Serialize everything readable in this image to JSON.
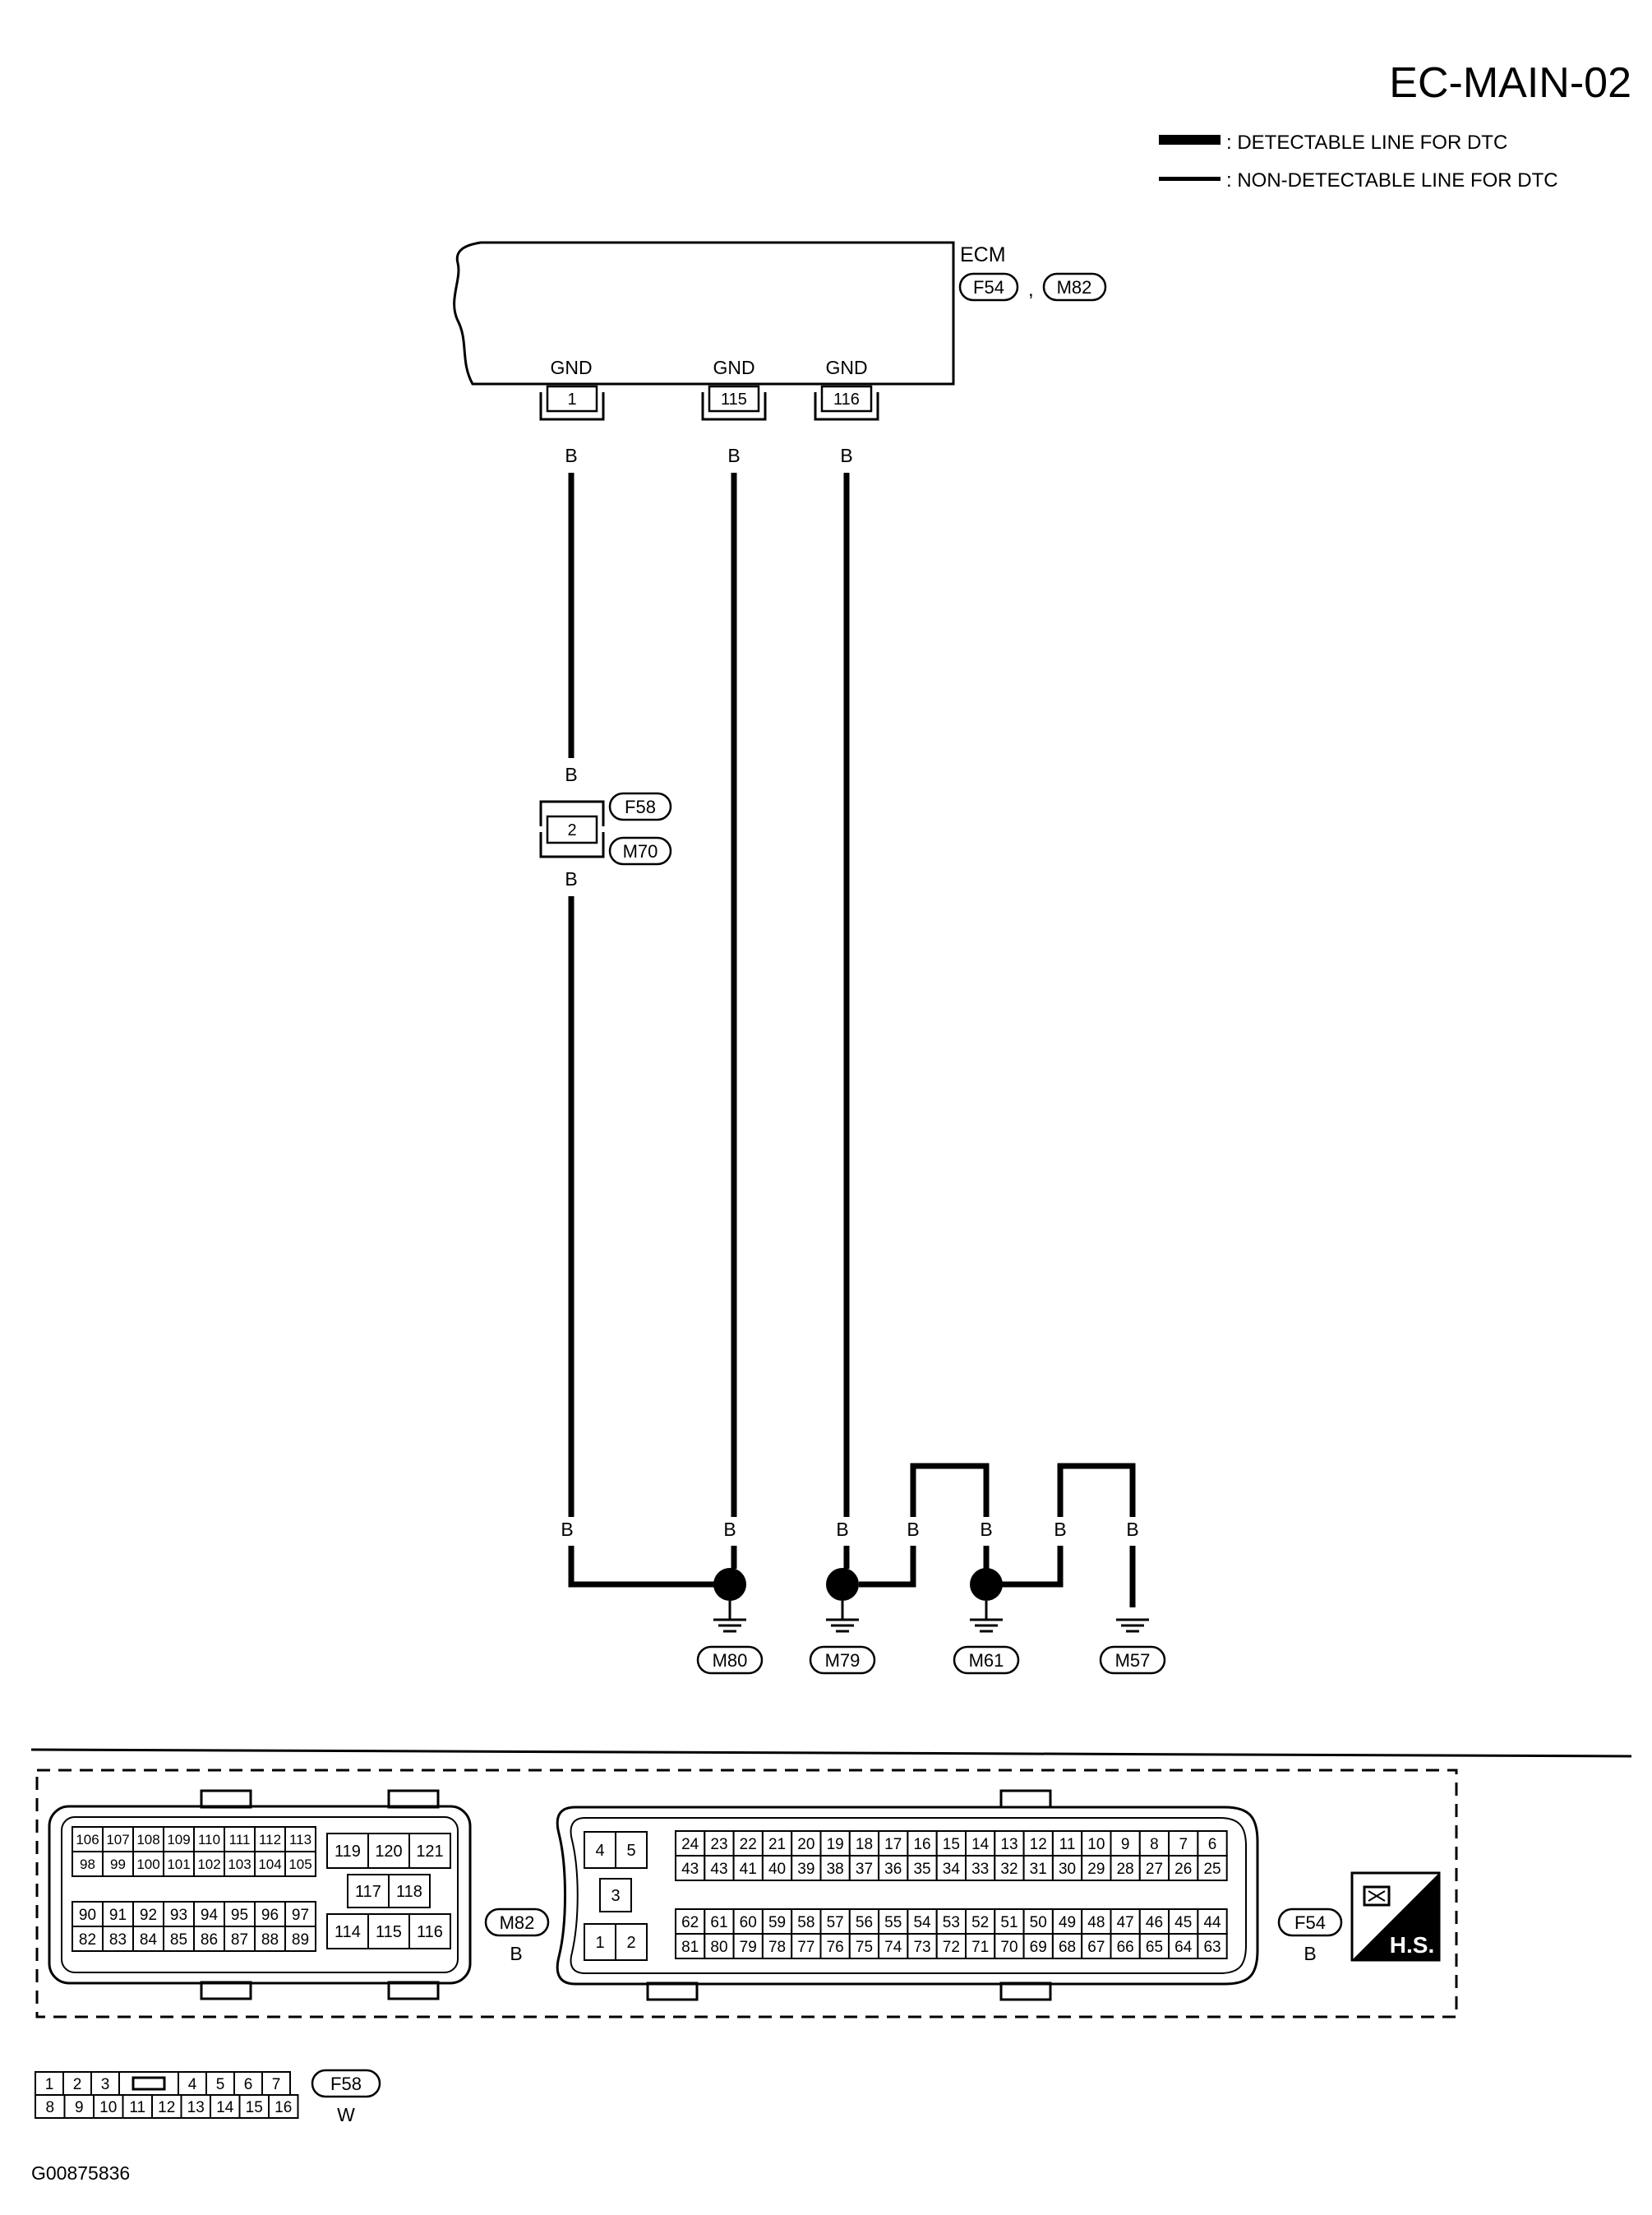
{
  "page_title": "EC-MAIN-02",
  "legend": {
    "detectable": ": DETECTABLE LINE FOR DTC",
    "non_detectable": ": NON-DETECTABLE LINE FOR DTC"
  },
  "ecm": {
    "name": "ECM",
    "connector_a": "F54",
    "separator": ",",
    "connector_b": "M82",
    "terminals": [
      {
        "label": "GND",
        "pin": "1"
      },
      {
        "label": "GND",
        "pin": "115"
      },
      {
        "label": "GND",
        "pin": "116"
      }
    ]
  },
  "wire_color": "B",
  "joint": {
    "pin": "2",
    "connector_top": "F58",
    "connector_bottom": "M70"
  },
  "grounds": [
    "M80",
    "M79",
    "M61",
    "M57"
  ],
  "connectors": {
    "m82": {
      "name": "M82",
      "color": "B",
      "top_rows": [
        [
          "106",
          "107",
          "108",
          "109",
          "110",
          "111",
          "112",
          "113"
        ],
        [
          "98",
          "99",
          "100",
          "101",
          "102",
          "103",
          "104",
          "105"
        ]
      ],
      "bottom_rows": [
        [
          "90",
          "91",
          "92",
          "93",
          "94",
          "95",
          "96",
          "97"
        ],
        [
          "82",
          "83",
          "84",
          "85",
          "86",
          "87",
          "88",
          "89"
        ]
      ],
      "center_top": [
        "119",
        "120",
        "121"
      ],
      "center_mid": [
        "117",
        "118"
      ],
      "center_bottom": [
        "114",
        "115",
        "116"
      ]
    },
    "f54": {
      "name": "F54",
      "color": "B",
      "left_block": [
        "4",
        "5",
        "3",
        "1",
        "2"
      ],
      "top_rows": [
        [
          "24",
          "23",
          "22",
          "21",
          "20",
          "19",
          "18",
          "17",
          "16",
          "15",
          "14",
          "13",
          "12",
          "11",
          "10",
          "9",
          "8",
          "7",
          "6"
        ],
        [
          "43",
          "43",
          "41",
          "40",
          "39",
          "38",
          "37",
          "36",
          "35",
          "34",
          "33",
          "32",
          "31",
          "30",
          "29",
          "28",
          "27",
          "26",
          "25"
        ]
      ],
      "bottom_rows": [
        [
          "62",
          "61",
          "60",
          "59",
          "58",
          "57",
          "56",
          "55",
          "54",
          "53",
          "52",
          "51",
          "50",
          "49",
          "48",
          "47",
          "46",
          "45",
          "44"
        ],
        [
          "81",
          "80",
          "79",
          "78",
          "77",
          "76",
          "75",
          "74",
          "73",
          "72",
          "71",
          "70",
          "69",
          "68",
          "67",
          "66",
          "65",
          "64",
          "63"
        ]
      ]
    },
    "f58": {
      "name": "F58",
      "color": "W",
      "top_left": [
        "1",
        "2",
        "3"
      ],
      "top_right": [
        "4",
        "5",
        "6",
        "7"
      ],
      "bottom": [
        "8",
        "9",
        "10",
        "11",
        "12",
        "13",
        "14",
        "15",
        "16"
      ]
    }
  },
  "hs_label": "H.S.",
  "figure_id": "G00875836",
  "colors": {
    "ink": "#000000",
    "paper": "#ffffff"
  }
}
